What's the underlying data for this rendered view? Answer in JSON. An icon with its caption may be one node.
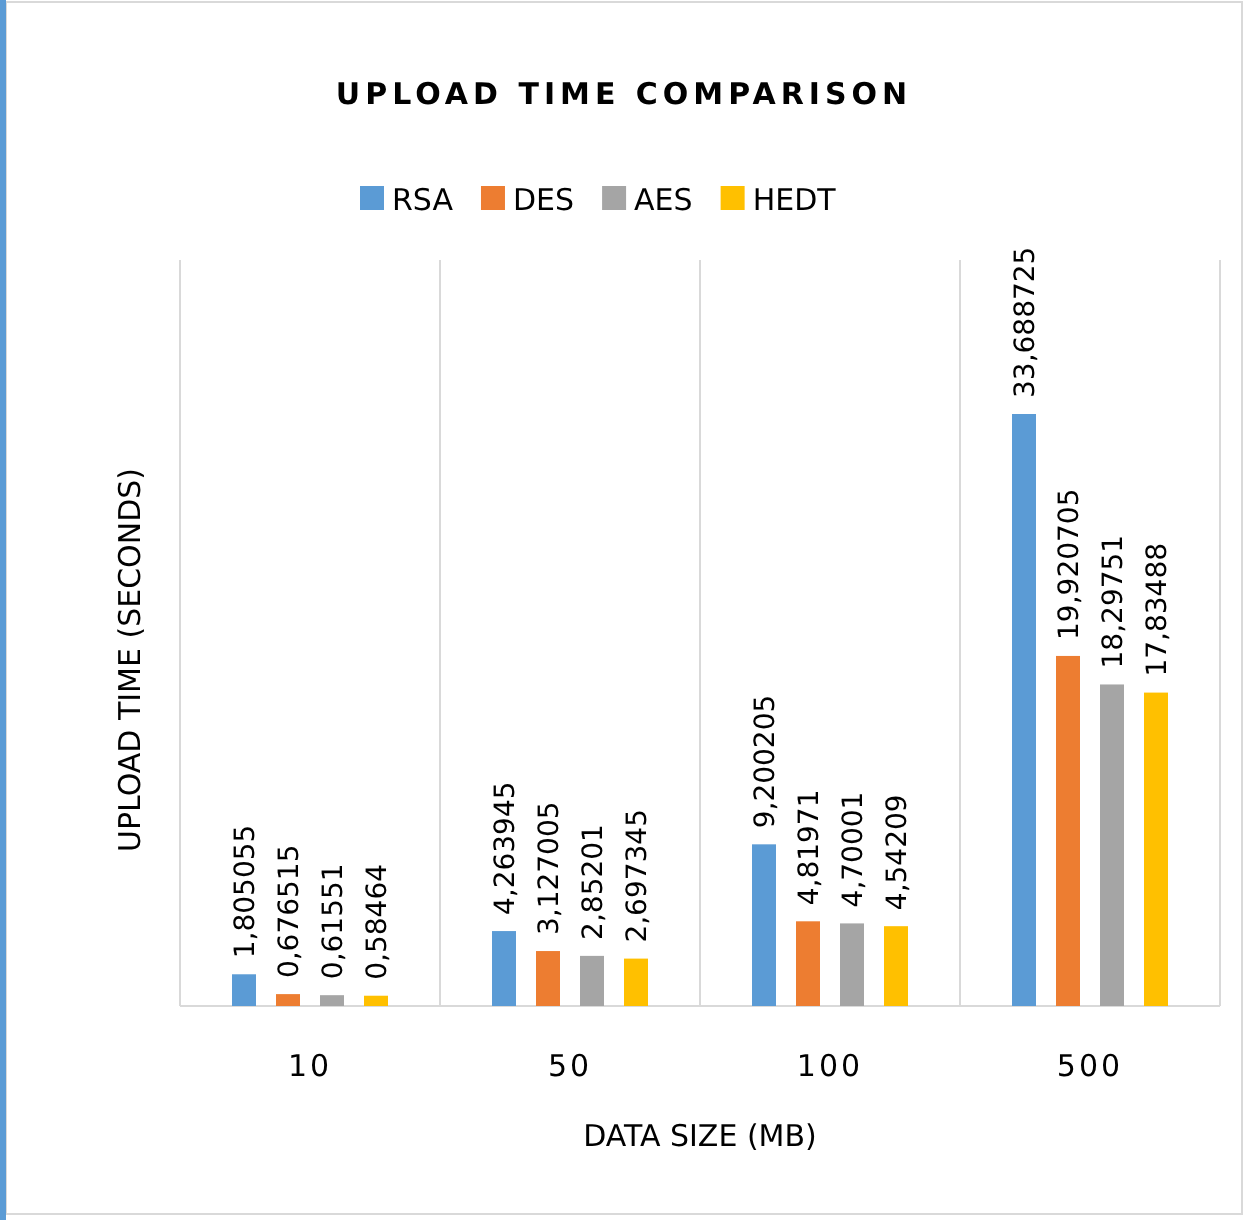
{
  "diagram": {
    "chart_data": {
      "type": "bar",
      "title": "UPLOAD TIME COMPARISON",
      "xlabel": "DATA SIZE (MB)",
      "ylabel": "UPLOAD TIME (SECONDS)",
      "categories": [
        "10",
        "50",
        "100",
        "500"
      ],
      "series": [
        {
          "name": "RSA",
          "color": "#5b9bd5",
          "values": [
            1.805055,
            4.263945,
            9.200205,
            33.688725
          ],
          "value_labels": [
            "1,805055",
            "4,263945",
            "9,200205",
            "33,688725"
          ]
        },
        {
          "name": "DES",
          "color": "#ed7d31",
          "values": [
            0.676515,
            3.127005,
            4.81971,
            19.920705
          ],
          "value_labels": [
            "0,676515",
            "3,127005",
            "4,81971",
            "19,920705"
          ]
        },
        {
          "name": "AES",
          "color": "#a5a5a5",
          "values": [
            0.61551,
            2.85201,
            4.70001,
            18.29751
          ],
          "value_labels": [
            "0,61551",
            "2,85201",
            "4,70001",
            "18,29751"
          ]
        },
        {
          "name": "HEDT",
          "color": "#ffc000",
          "values": [
            0.58464,
            2.697345,
            4.54209,
            17.83488
          ],
          "value_labels": [
            "0,58464",
            "2,697345",
            "4,54209",
            "17,83488"
          ]
        }
      ],
      "legend": true
    }
  }
}
